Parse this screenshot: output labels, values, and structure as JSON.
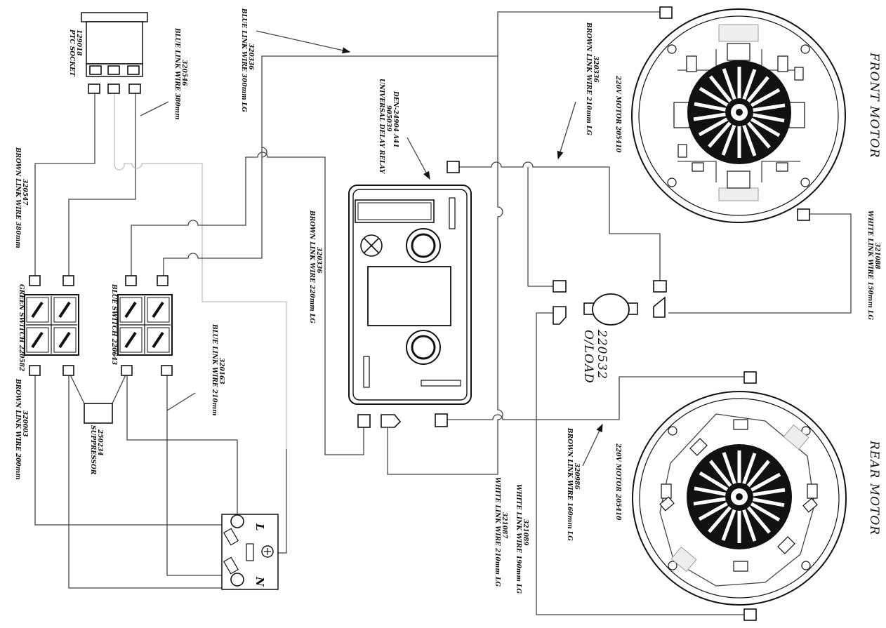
{
  "components": {
    "ptc_socket": {
      "name": "PTC SOCKET",
      "code": "129018"
    },
    "green_switch": {
      "name": "GREEN SWITCH",
      "code": "220582"
    },
    "blue_switch": {
      "name": "BLUE SWITCH",
      "code": "220643"
    },
    "suppressor": {
      "name": "SUPPRESSOR",
      "code": "250234"
    },
    "relay": {
      "name": "UNIVERSAL DELAY RELAY",
      "code": "905039",
      "model": "DEN-24904 A41"
    },
    "overload": {
      "name": "O/LOAD",
      "code": "220532"
    },
    "front_motor": {
      "title": "FRONT MOTOR",
      "spec": "220V MOTOR 205410"
    },
    "rear_motor": {
      "title": "REAR MOTOR",
      "spec": "220V MOTOR 205410"
    },
    "terminal_block": {
      "live": "L",
      "neutral": "N"
    }
  },
  "wires": {
    "blue_380_top": {
      "name": "BLUE LINK WIRE 380mm",
      "code": "320546"
    },
    "brown_380": {
      "name": "BROWN LINK WIRE 380mm",
      "code": "320547"
    },
    "blue_300": {
      "name": "BLUE LINK WIRE 300mm LG",
      "code": "320336"
    },
    "brown_220": {
      "name": "BROWN LINK WIRE 220mm LG",
      "code": "320336"
    },
    "brown_210": {
      "name": "BROWN LINK WIRE 210mm LG",
      "code": "320336"
    },
    "blue_210": {
      "name": "BLUE LINK WIRE 210mm",
      "code": "320163"
    },
    "brown_200": {
      "name": "BROWN LINK WIRE 200mm",
      "code": "320003"
    },
    "white_150": {
      "name": "WHITE LINK WIRE 150mm LG",
      "code": "321088"
    },
    "brown_160": {
      "name": "BROWN LINK WIRE 160mm LG",
      "code": "320986"
    },
    "white_210": {
      "name": "WHITE LINK WIRE 210mm LG",
      "code": "321087"
    },
    "white_190": {
      "name": "WHITE LINK WIRE 190mm LG",
      "code": "321089"
    }
  }
}
